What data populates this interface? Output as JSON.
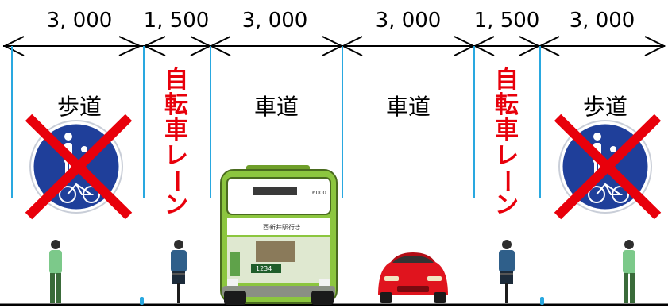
{
  "dimensions": [
    "3, 000",
    "1, 500",
    "3, 000",
    "3, 000",
    "1, 500",
    "3, 000"
  ],
  "zones": {
    "left_sidewalk": "歩道",
    "left_bike_lane": [
      "自",
      "転",
      "車",
      "レ",
      "ー",
      "ン"
    ],
    "left_roadway": "車道",
    "right_roadway": "車道",
    "right_bike_lane": [
      "自",
      "転",
      "車",
      "レ",
      "ー",
      "ン"
    ],
    "right_sidewalk": "歩道"
  },
  "bus": {
    "route_number": "6000",
    "destination": "西新井駅行き",
    "plate": "1234"
  },
  "colors": {
    "bike_lane_text": "#e8000b",
    "divider_line": "#29a8e0",
    "prohibition_cross": "#e8000b",
    "sign_background": "#1f3f9a",
    "bus_body": "#8cc63f"
  },
  "icons": {
    "left_sign": "no-pedestrian-bicycle-sign-icon",
    "right_sign": "no-pedestrian-bicycle-sign-icon"
  }
}
